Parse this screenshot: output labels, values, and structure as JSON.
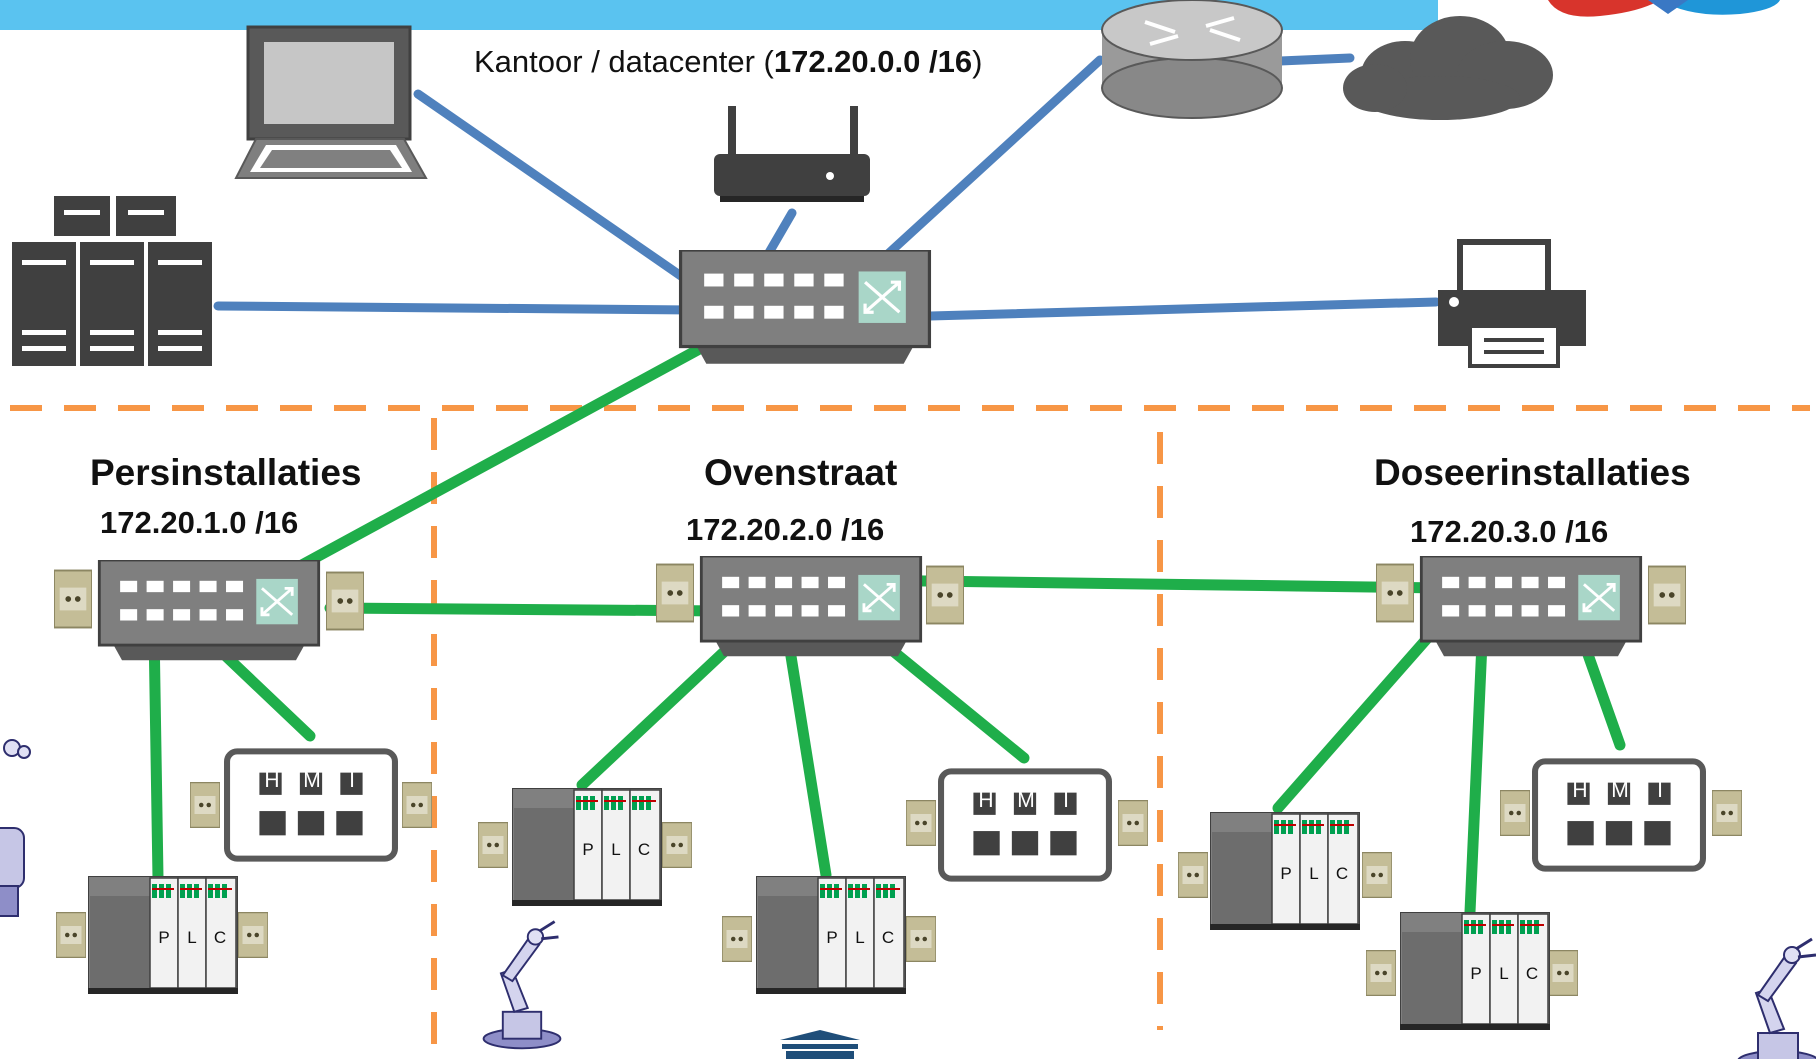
{
  "office": {
    "label_prefix": "Kantoor / datacenter (",
    "label_subnet": "172.20.0.0 /16",
    "label_suffix": ")"
  },
  "zones": [
    {
      "name": "Persinstallaties",
      "subnet": "172.20.1.0 /16"
    },
    {
      "name": "Ovenstraat",
      "subnet": "172.20.2.0 /16"
    },
    {
      "name": "Doseerinstallaties",
      "subnet": "172.20.3.0 /16"
    }
  ],
  "device_labels": {
    "hmi": [
      "H",
      "M",
      "I"
    ],
    "plc": [
      "P",
      "L",
      "C"
    ]
  },
  "colors": {
    "banner": "#5ac3f0",
    "office_link": "#4f81bd",
    "plant_link": "#1fae4a",
    "separator": "#f79646",
    "device": "#595959"
  }
}
